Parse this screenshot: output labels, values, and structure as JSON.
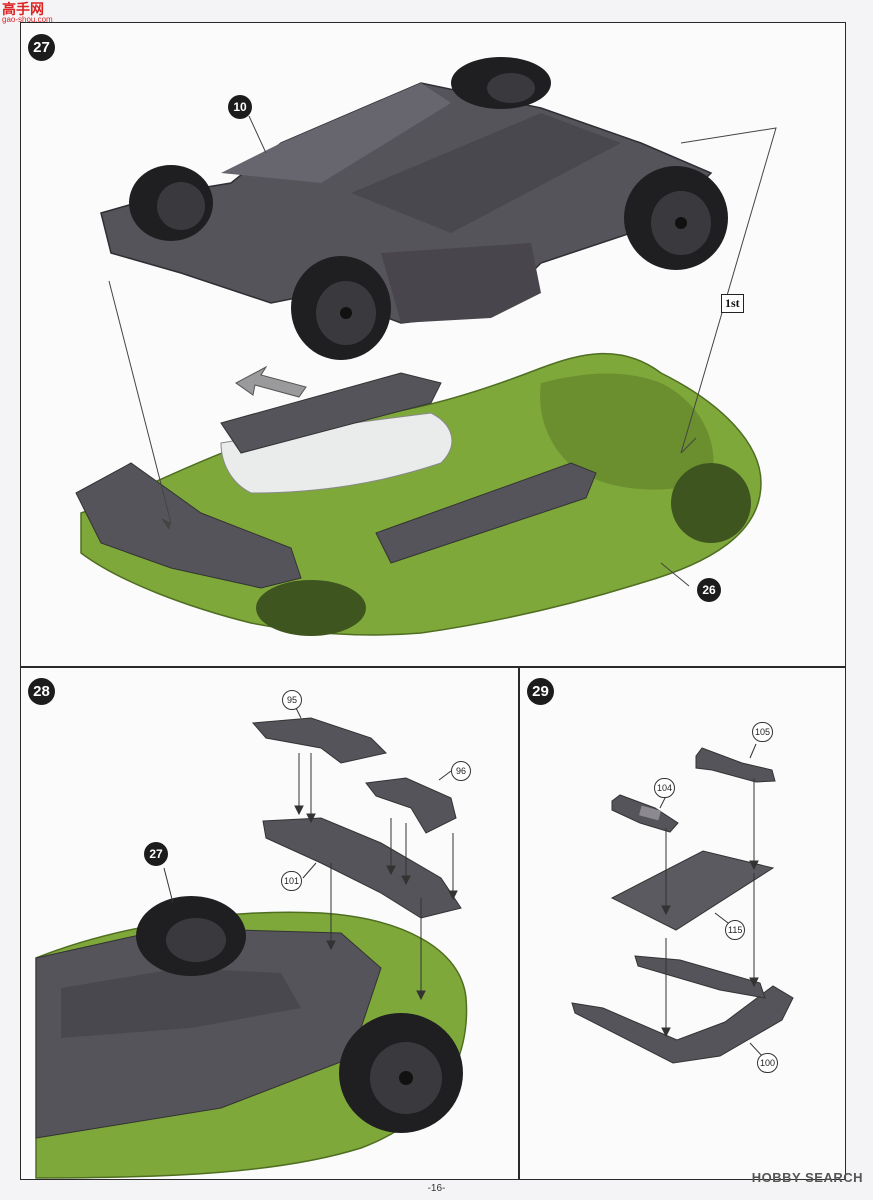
{
  "watermark": {
    "title": "高手网",
    "url": "gao-shou.com"
  },
  "steps": {
    "s27": {
      "number": "27",
      "callouts": {
        "body_top": "10",
        "body_green": "26"
      },
      "order_label": "1st"
    },
    "s28": {
      "number": "28",
      "assembly_ref": "27",
      "parts": [
        "95",
        "96",
        "101"
      ]
    },
    "s29": {
      "number": "29",
      "parts": [
        "105",
        "104",
        "115",
        "100"
      ]
    }
  },
  "footer": {
    "page_number": "-16-",
    "brand": "HOBBY SEARCH"
  },
  "colors": {
    "body_green": "#7fa83a",
    "chassis_gray": "#55535a",
    "tire": "#1e1e1e"
  }
}
